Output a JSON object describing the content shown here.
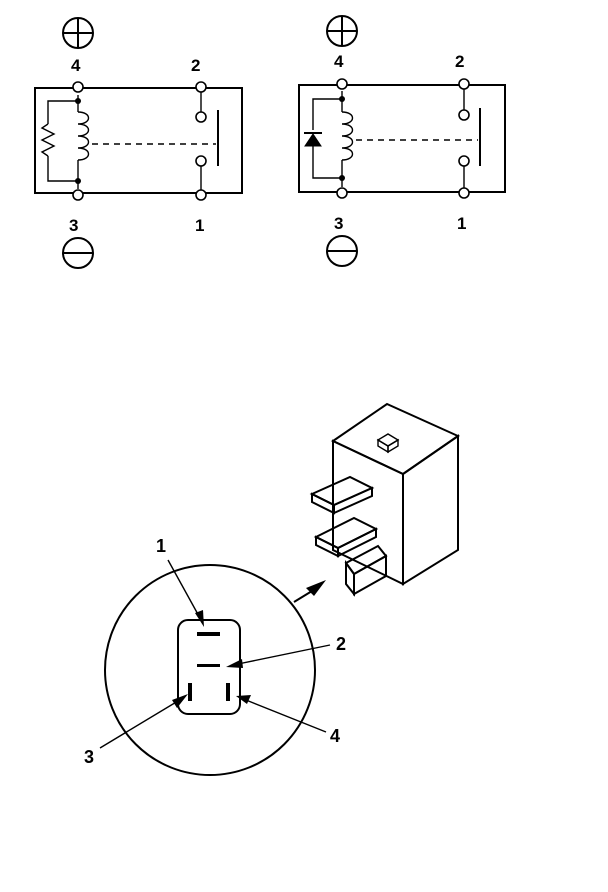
{
  "diagram": {
    "left_relay": {
      "top_labels": [
        "4",
        "2"
      ],
      "bottom_labels": [
        "3",
        "1"
      ],
      "suppressor": "resistor"
    },
    "right_relay": {
      "top_labels": [
        "4",
        "2"
      ],
      "bottom_labels": [
        "3",
        "1"
      ],
      "suppressor": "diode"
    },
    "connector_view": {
      "callouts": [
        "1",
        "2",
        "3",
        "4"
      ]
    }
  }
}
